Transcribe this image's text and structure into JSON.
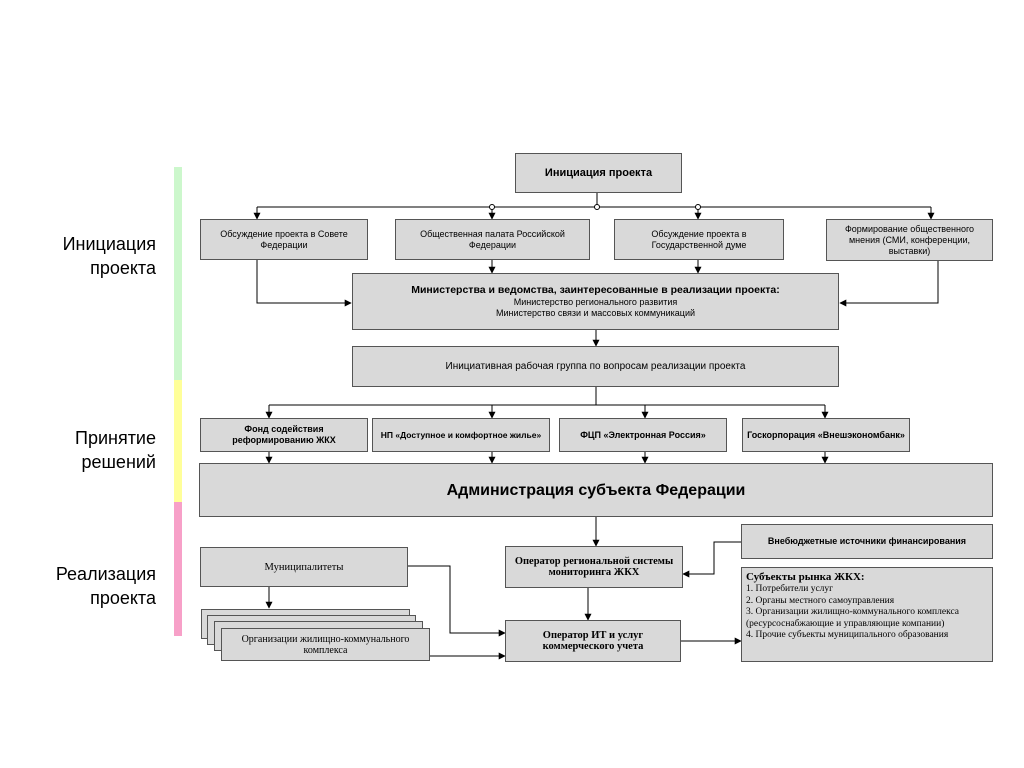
{
  "colors": {
    "phase_initiation": "#ccf7cc",
    "phase_decision": "#ffff99",
    "phase_implementation": "#f7a0c8",
    "box_fill": "#d9d9d9",
    "box_border": "#555555",
    "connector": "#000000"
  },
  "phases": {
    "initiation": "Инициация\nпроекта",
    "decision": "Принятие\nрешений",
    "implementation": "Реализация\nпроекта"
  },
  "nodes": {
    "project_initiation": "Инициация проекта",
    "federation_council": "Обсуждение проекта в Совете Федерации",
    "public_chamber": "Общественная палата Российской Федерации",
    "state_duma": "Обсуждение проекта в Государственной думе",
    "public_opinion": "Формирование общественного мнения (СМИ, конференции, выставки)",
    "ministries": {
      "title": "Министерства и ведомства, заинтересованные в реализации проекта:",
      "line1": "Министерство регионального развития",
      "line2": "Министерство связи и массовых коммуникаций"
    },
    "working_group": "Инициативная рабочая группа по вопросам реализации проекта",
    "reform_fund": "Фонд содействия реформированию ЖКХ",
    "np_housing": "НП «Доступное и комфортное жилье»",
    "fcp_erussia": "ФЦП «Электронная Россия»",
    "veb": "Госкорпорация «Внешэкономбанк»",
    "administration": "Администрация субъекта Федерации",
    "municipalities": "Муниципалитеты",
    "housing_orgs": "Организации жилищно-коммунального комплекса",
    "monitoring_operator": "Оператор региональной системы мониторинга ЖКХ",
    "offbudget": "Внебюджетные источники финансирования",
    "it_operator": "Оператор ИТ и услуг коммерческого учета",
    "market": {
      "title": "Субъекты рынка ЖКХ:",
      "items": [
        "1. Потребители услуг",
        "2. Органы местного самоуправления",
        "3. Организации жилищно-коммунального комплекса (ресурсоснабжающие и управляющие компании)",
        "4. Прочие субъекты муниципального образования"
      ]
    }
  }
}
